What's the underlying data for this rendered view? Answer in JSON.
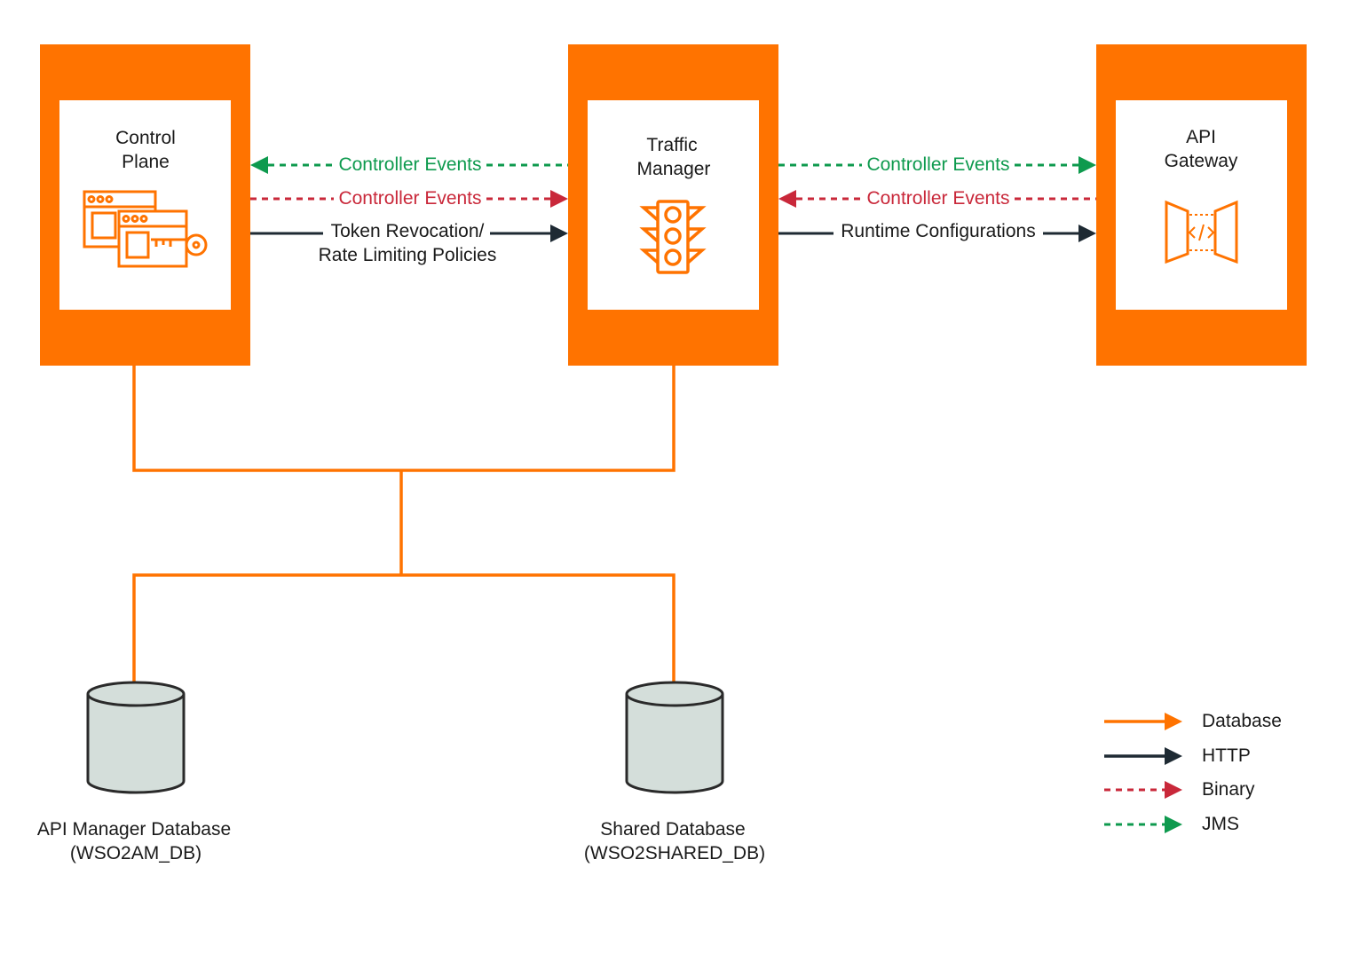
{
  "components": {
    "control_plane": {
      "line1": "Control",
      "line2": "Plane",
      "icon": "browser-windows-key-icon"
    },
    "traffic_manager": {
      "line1": "Traffic",
      "line2": "Manager",
      "icon": "traffic-light-icon"
    },
    "api_gateway": {
      "line1": "API",
      "line2": "Gateway",
      "icon": "gateway-code-icon"
    }
  },
  "connections": {
    "cp_tm_jms": "Controller Events",
    "cp_tm_binary": "Controller Events",
    "cp_tm_http_line1": "Token Revocation/",
    "cp_tm_http_line2": "Rate Limiting Policies",
    "tm_gw_jms": "Controller Events",
    "tm_gw_binary": "Controller Events",
    "tm_gw_http": "Runtime Configurations"
  },
  "databases": {
    "apim": {
      "line1": "API Manager Database",
      "line2": "(WSO2AM_DB)"
    },
    "shared": {
      "line1": "Shared Database",
      "line2": "(WSO2SHARED_DB)"
    }
  },
  "legend": {
    "database": "Database",
    "http": "HTTP",
    "binary": "Binary",
    "jms": "JMS"
  },
  "colors": {
    "orange": "#FF7300",
    "http": "#1E2A33",
    "binary": "#C9283A",
    "jms": "#0E9A4E",
    "db_fill": "#D4DEDA",
    "db_stroke": "#2A2A2A"
  }
}
